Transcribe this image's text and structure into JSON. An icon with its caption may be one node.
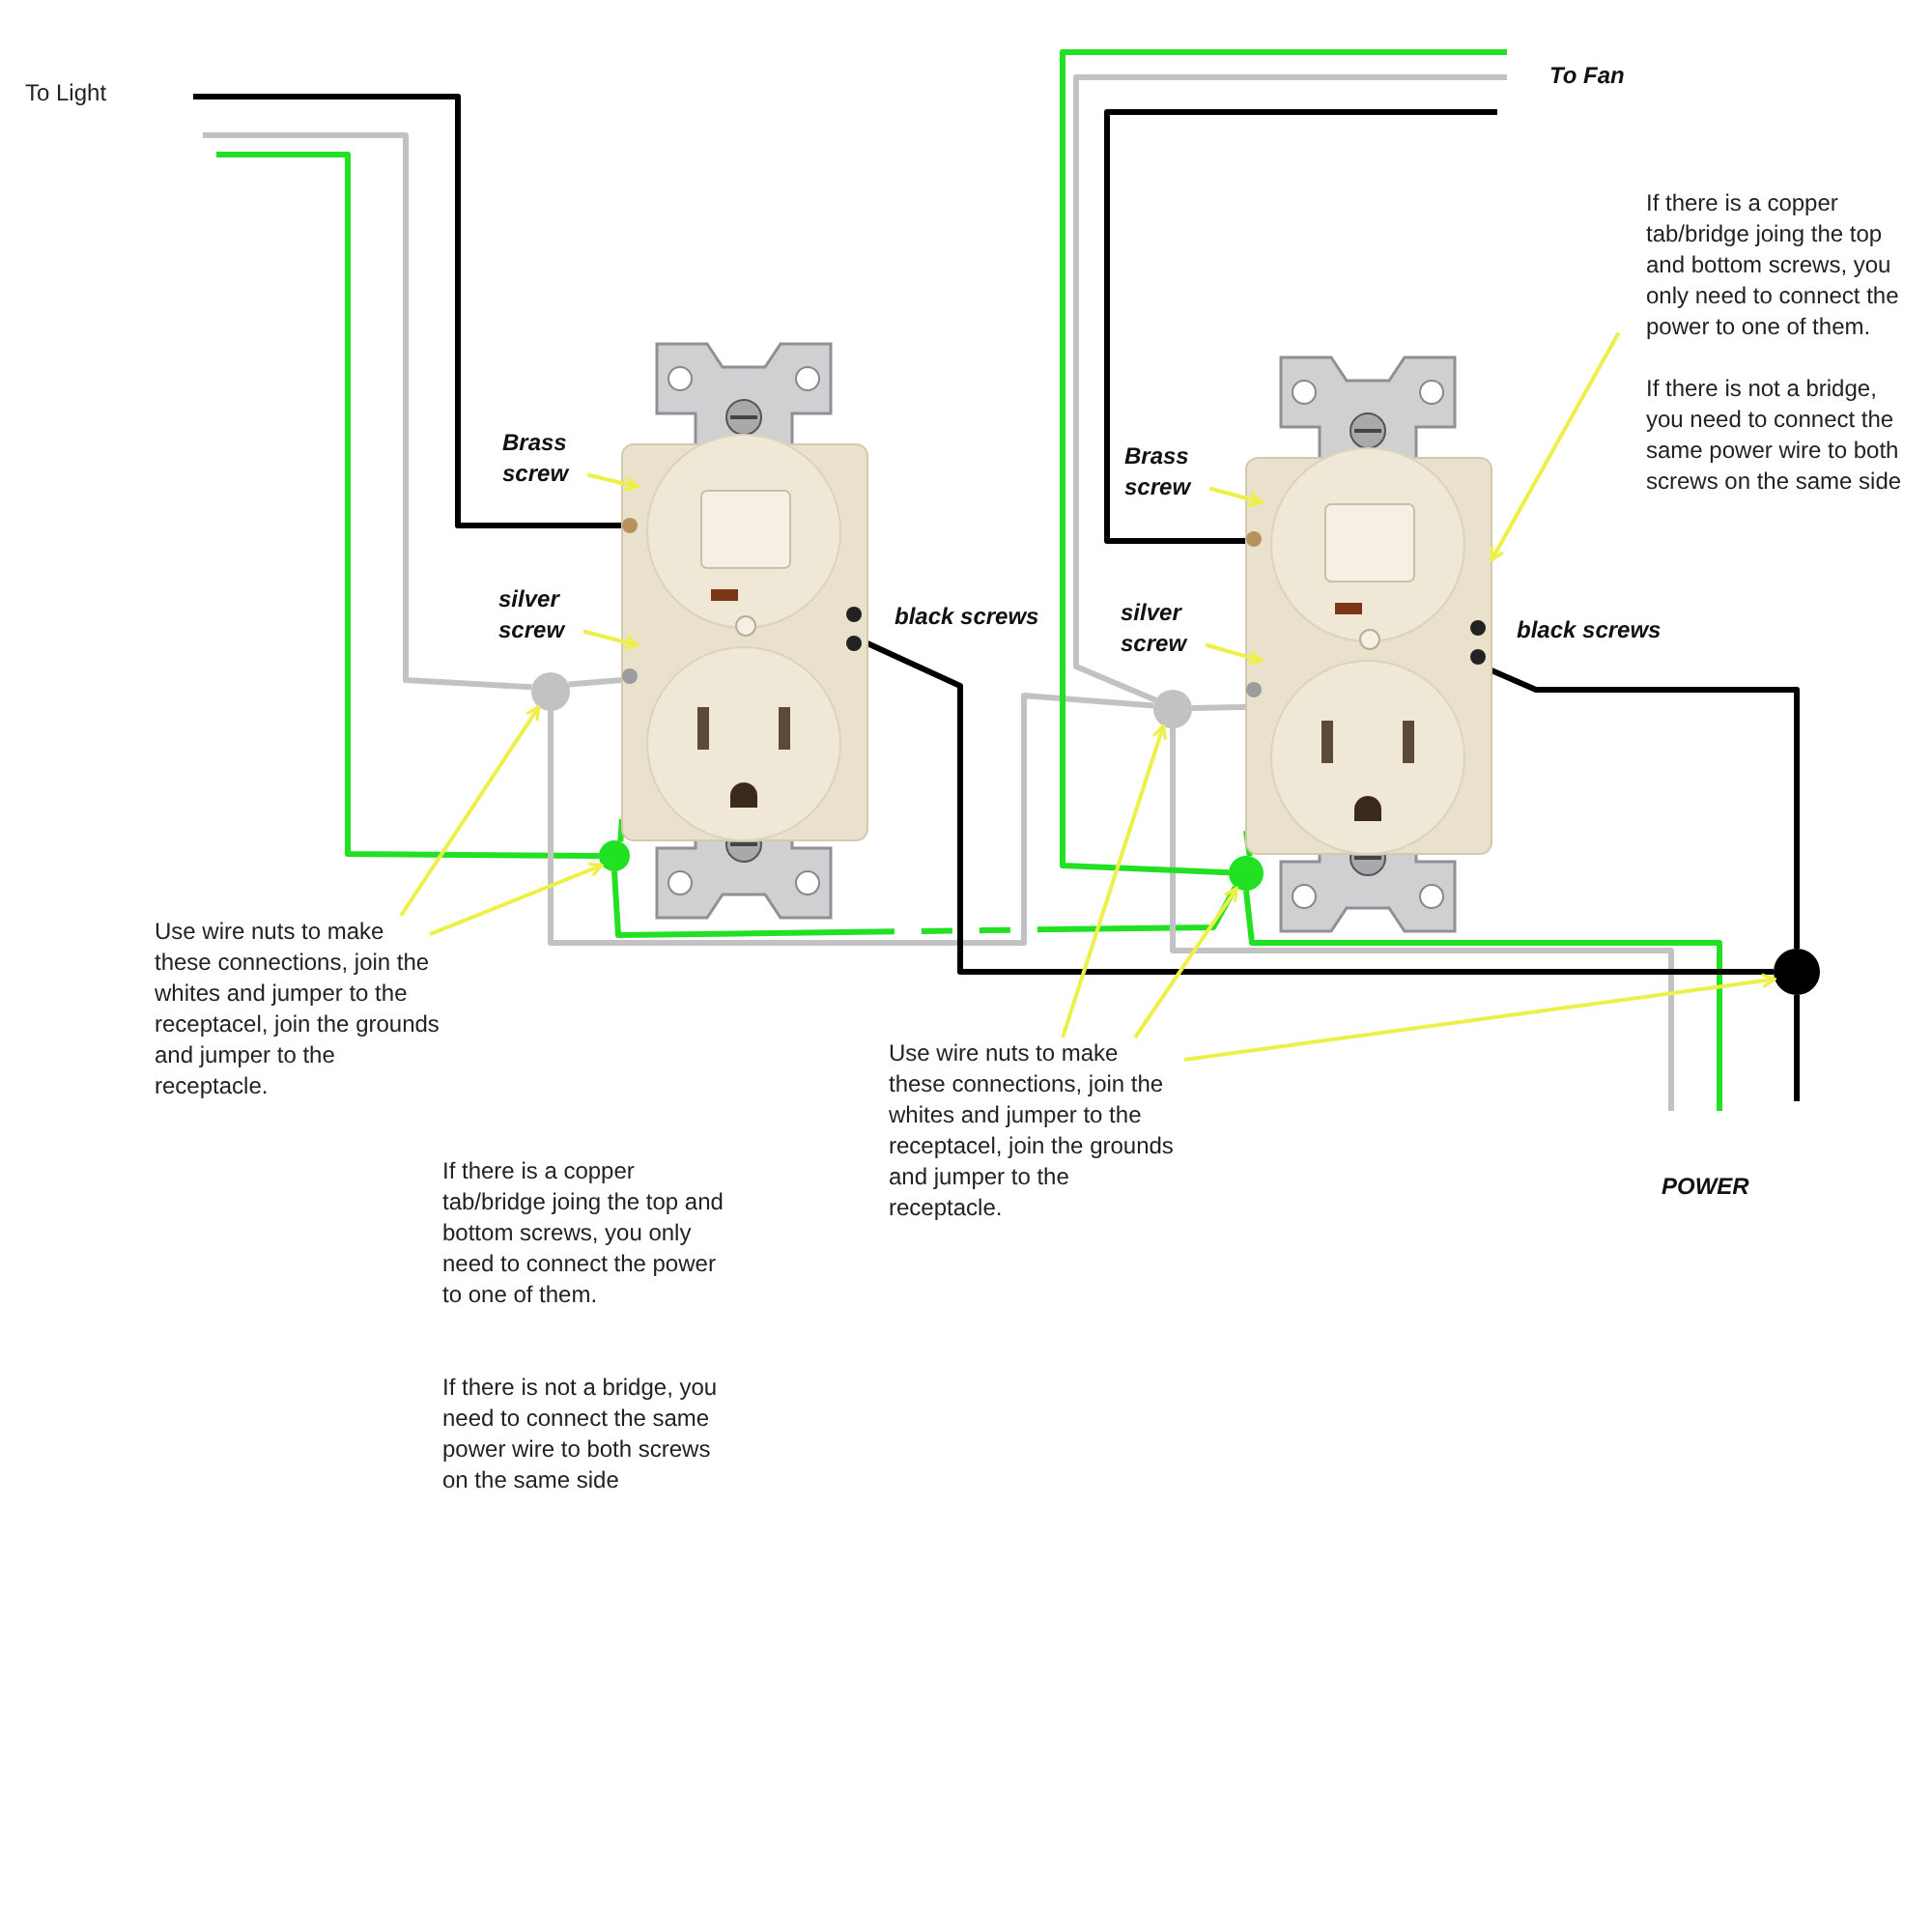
{
  "diagram": {
    "nodes": [
      {
        "text": [
          "Brass screw"
        ]
      },
      {
        "text": [
          "silver screw"
        ]
      },
      {
        "text": [
          "Use wire nuts to make these connections, join the whites and jumper to the receptacel, join the grounds and jumper to the receptacle."
        ]
      },
      {
        "text": [
          "Brass screw"
        ]
      },
      {
        "text": [
          "silver screw"
        ]
      },
      {
        "text": [
          "If there is a copper tab/bridge joing the top and bottom screws, you only need to connect the power to one of them.",
          "If there is not a bridge, you need to connect the same power wire to both screws on the same side"
        ]
      },
      {
        "text": [
          "Use wire nuts to make these connections, join the whites and jumper to the receptacel, join the grounds and jumper to the receptacle."
        ]
      },
      {
        "text": [],
        "shape": "picture"
      },
      {
        "text": [],
        "shape": "picture"
      },
      {
        "text": [],
        "shape": "circle"
      },
      {
        "text": [],
        "shape": "circle"
      },
      {
        "text": [],
        "shape": "circle"
      },
      {
        "text": [],
        "shape": "circle"
      },
      {
        "text": [],
        "shape": "circle"
      }
    ],
    "edges": [
      {
        "from": 0,
        "to": 7,
        "arrow": "to"
      },
      {
        "from": 1,
        "to": 7,
        "arrow": "to"
      },
      {
        "from": 2,
        "to": 9,
        "arrow": "to"
      },
      {
        "from": 2,
        "to": 10,
        "arrow": "to"
      },
      {
        "from": 3,
        "to": 8,
        "arrow": "to"
      },
      {
        "from": 4,
        "to": 8,
        "arrow": "to"
      },
      {
        "from": 5,
        "to": 8,
        "arrow": "to"
      },
      {
        "from": 6,
        "to": 11,
        "arrow": "to"
      },
      {
        "from": 6,
        "to": 12,
        "arrow": "to"
      },
      {
        "from": 6,
        "to": 13,
        "arrow": "to"
      },
      {
        "from": null,
        "to": 7,
        "arrow": "none",
        "color": "#000000"
      },
      {
        "from": null,
        "to": 9,
        "arrow": "none",
        "color": "#c2c2c2"
      },
      {
        "from": 9,
        "to": 7,
        "arrow": "none",
        "color": "#c2c2c2"
      },
      {
        "from": null,
        "to": 10,
        "arrow": "none",
        "color": "#22e022"
      },
      {
        "from": 10,
        "to": 7,
        "arrow": "none",
        "color": "#22e022"
      },
      {
        "from": 9,
        "to": 11,
        "arrow": "none",
        "color": "#c2c2c2"
      },
      {
        "from": 10,
        "to": 12,
        "arrow": "none",
        "style": "dashed",
        "color": "#22e022"
      },
      {
        "from": null,
        "to": 11,
        "arrow": "none",
        "color": "#c2c2c2"
      },
      {
        "from": 11,
        "to": 8,
        "arrow": "none",
        "color": "#c2c2c2"
      },
      {
        "from": 11,
        "to": null,
        "arrow": "none",
        "color": "#c2c2c2"
      },
      {
        "from": null,
        "to": 12,
        "arrow": "none",
        "color": "#22e022"
      },
      {
        "from": 12,
        "to": 8,
        "arrow": "none",
        "color": "#22e022"
      },
      {
        "from": 12,
        "to": null,
        "arrow": "none",
        "color": "#22e022"
      },
      {
        "from": null,
        "to": 8,
        "arrow": "none",
        "color": "#000000"
      },
      {
        "from": 7,
        "to": 13,
        "arrow": "none",
        "color": "#000000"
      },
      {
        "from": 8,
        "to": 13,
        "arrow": "none",
        "color": "#000000"
      },
      {
        "from": 13,
        "to": null,
        "arrow": "none",
        "color": "#000000"
      }
    ],
    "labels": [
      "To Light",
      "black screws",
      "If there is a copper tab/bridge joing the top and bottom screws, you only need to connect the power to one of them.",
      "If there is not a bridge, you need to connect the same power wire to both screws on the same side",
      "To Fan",
      "black screws",
      "POWER"
    ]
  }
}
